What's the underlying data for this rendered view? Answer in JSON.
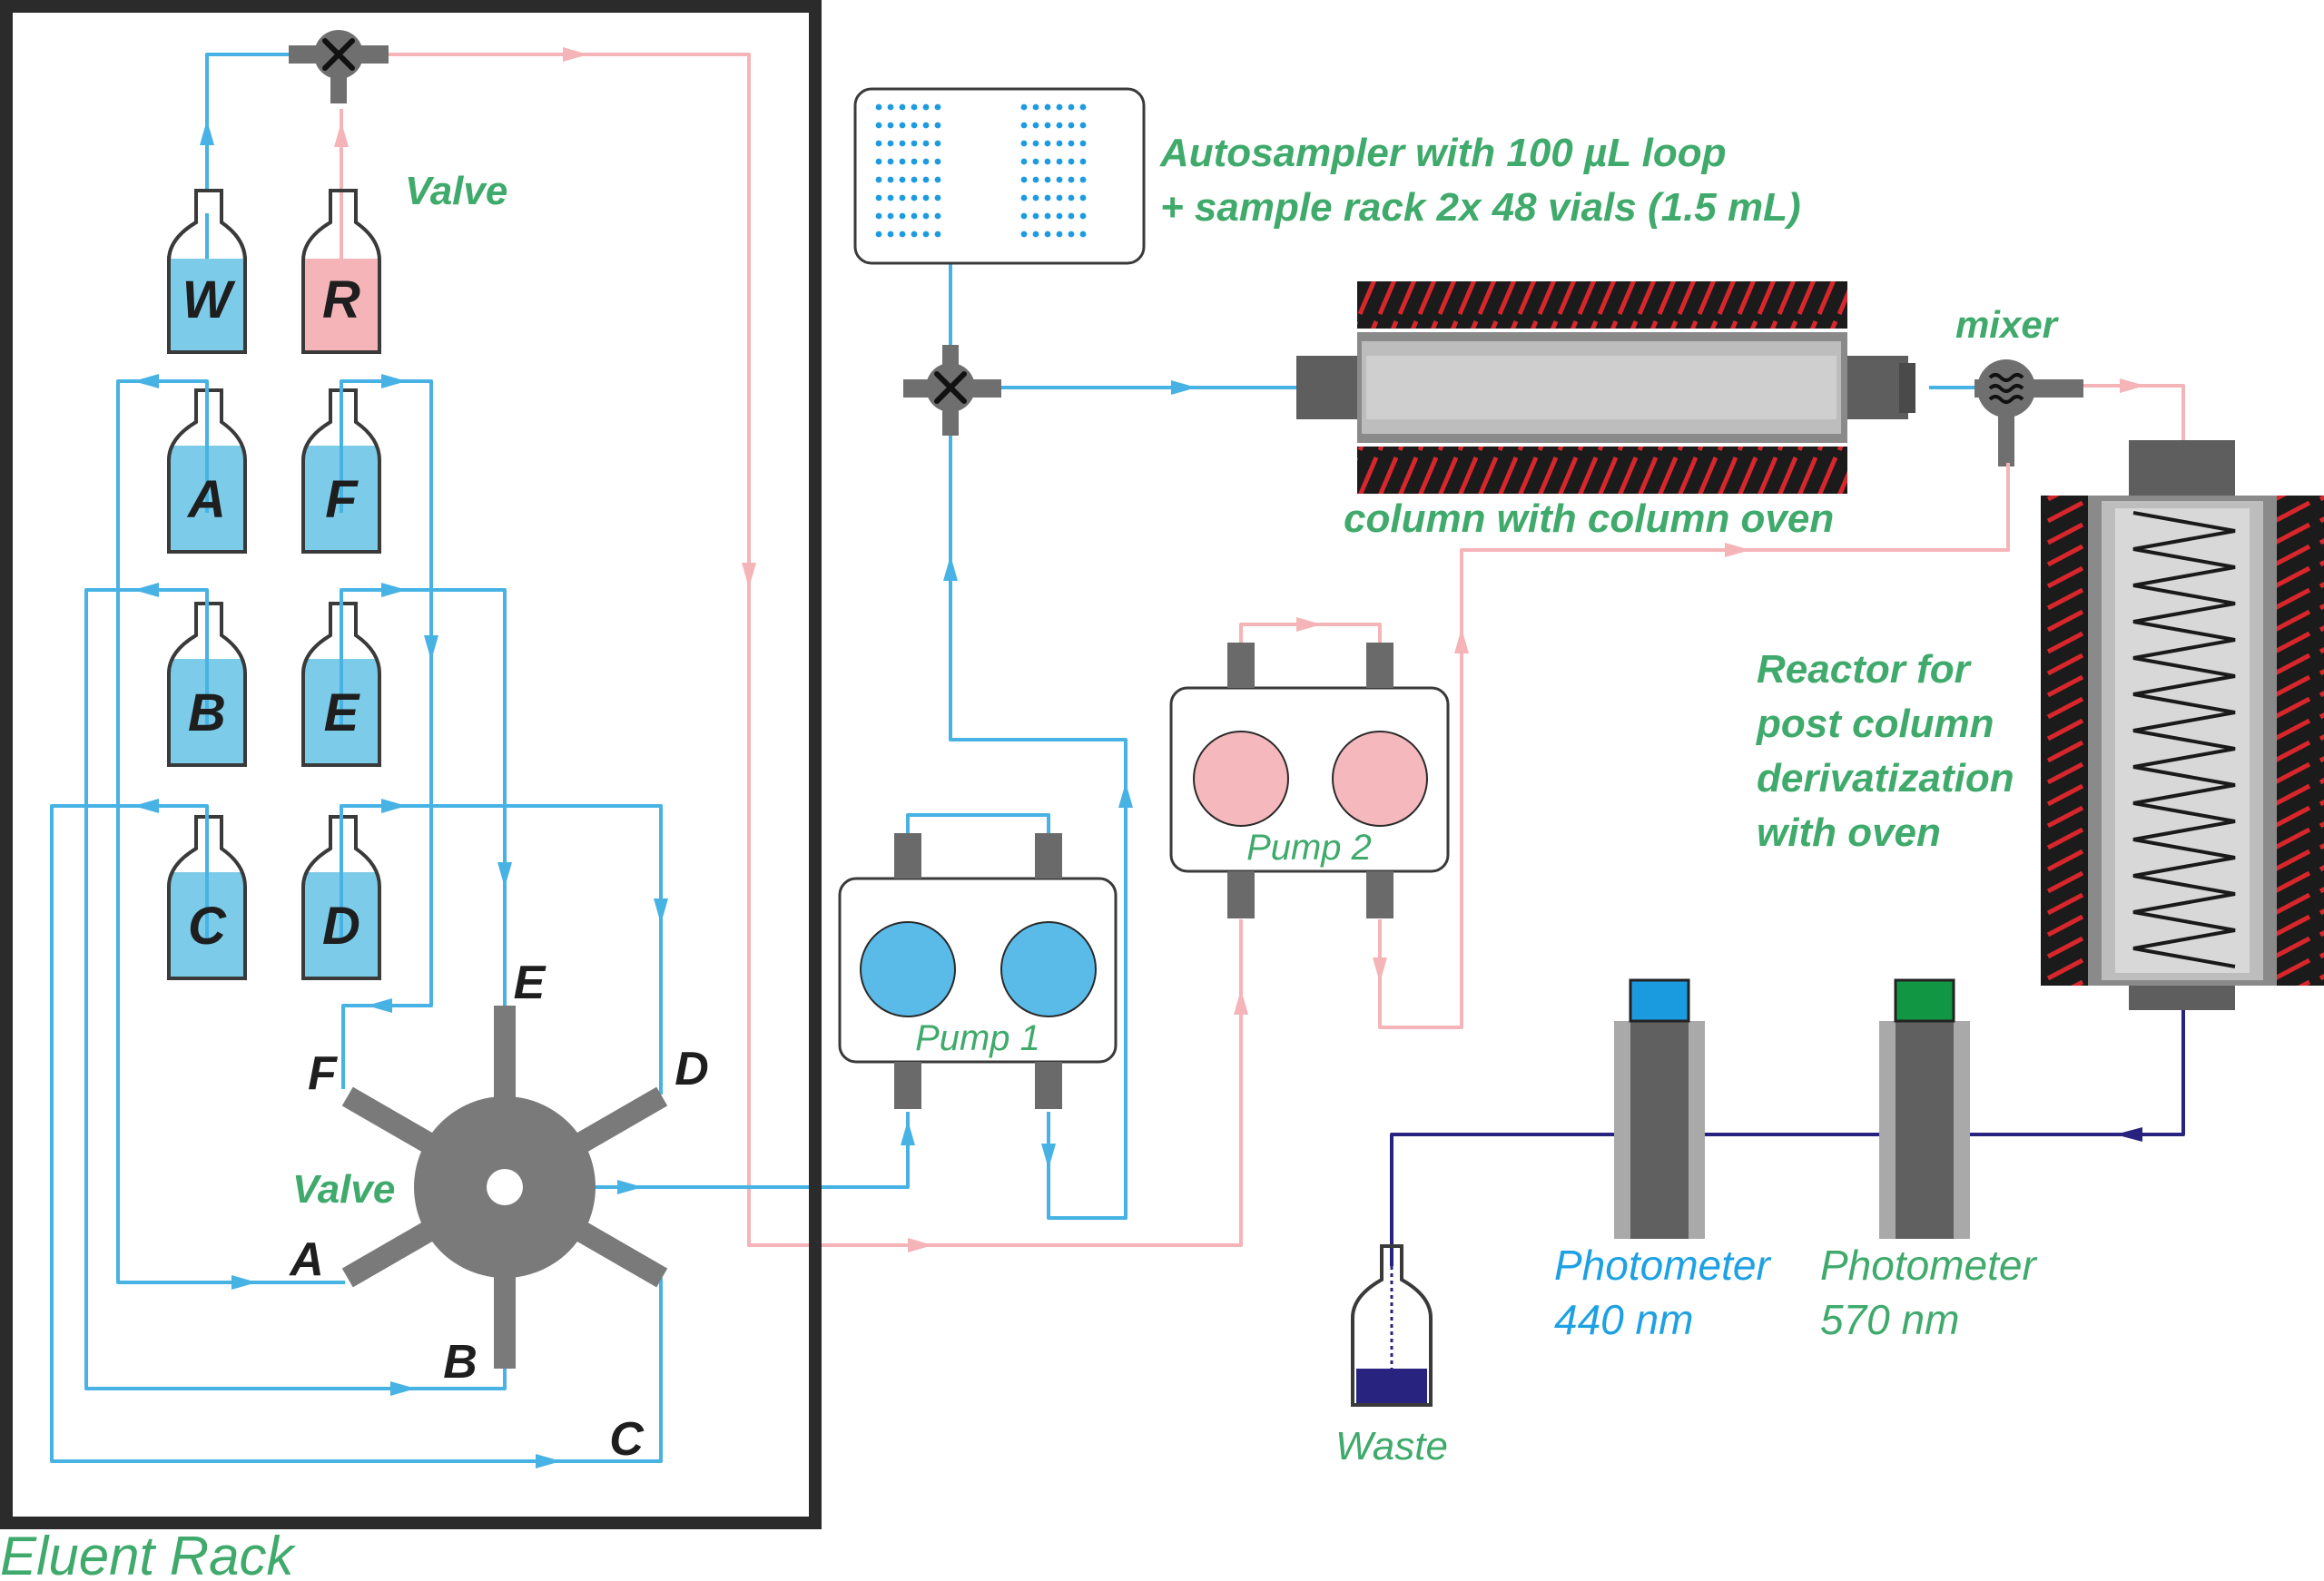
{
  "labels": {
    "eluent_rack": "Eluent Rack",
    "valve_top": "Valve",
    "valve_selector": "Valve",
    "autosampler_line1": "Autosampler with 100 µL loop",
    "autosampler_line2": "+ sample rack 2x 48 vials (1.5 mL)",
    "column": "column with column oven",
    "mixer": "mixer",
    "reactor_line1": "Reactor for",
    "reactor_line2": "post column",
    "reactor_line3": "derivatization",
    "reactor_line4": "with oven",
    "pump1": "Pump 1",
    "pump2": "Pump 2",
    "photometer1_line1": "Photometer",
    "photometer1_line2": "440 nm",
    "photometer2_line1": "Photometer",
    "photometer2_line2": "570 nm",
    "waste": "Waste"
  },
  "bottles": {
    "w": "W",
    "r": "R",
    "a": "A",
    "f": "F",
    "b": "B",
    "e": "E",
    "c": "C",
    "d": "D"
  },
  "valve_ports": {
    "e": "E",
    "d": "D",
    "f": "F",
    "a": "A",
    "b": "B",
    "c": "C"
  },
  "colors": {
    "eluent_line": "#47b2e4",
    "reagent_line": "#f5b4b8",
    "detector_line": "#28237e",
    "label_green": "#3faa6b",
    "label_blue": "#1da1e2",
    "oven_red": "#d8262b",
    "photometer1_cap": "#1a9be0",
    "photometer2_cap": "#119644"
  }
}
